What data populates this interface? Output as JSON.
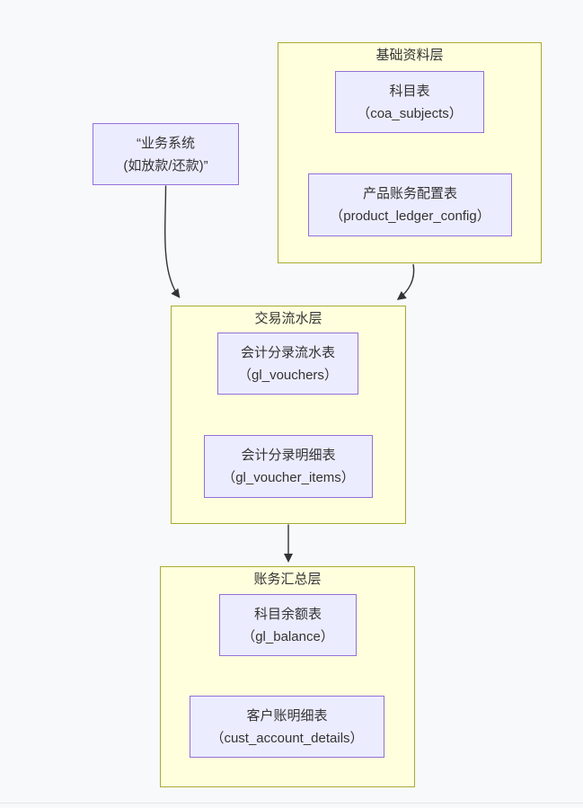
{
  "page": {
    "background": "#f8f9fb",
    "footer_divider_color": "#e7e7ea"
  },
  "theme": {
    "node_fill": "#ECECFF",
    "node_border": "#9370DB",
    "cluster_fill": "#ffffde",
    "cluster_border": "#aaaa33",
    "edge_color": "#333333",
    "text_color": "#333333"
  },
  "diagram": {
    "type": "flowchart",
    "standalone_node": {
      "line1": "“业务系统",
      "line2": "(如放款/还款)”"
    },
    "clusters": [
      {
        "title": "基础资料层",
        "nodes": [
          {
            "line1": "科目表",
            "line2": "（coa_subjects）"
          },
          {
            "line1": "产品账务配置表",
            "line2": "（product_ledger_config）"
          }
        ]
      },
      {
        "title": "交易流水层",
        "nodes": [
          {
            "line1": "会计分录流水表",
            "line2": "（gl_vouchers）"
          },
          {
            "line1": "会计分录明细表",
            "line2": "（gl_voucher_items）"
          }
        ]
      },
      {
        "title": "账务汇总层",
        "nodes": [
          {
            "line1": "科目余额表",
            "line2": "（gl_balance）"
          },
          {
            "line1": "客户账明细表",
            "line2": "（cust_account_details）"
          }
        ]
      }
    ],
    "edges": [
      {
        "from": "业务系统",
        "to": "交易流水层"
      },
      {
        "from": "基础资料层",
        "to": "交易流水层"
      },
      {
        "from": "交易流水层",
        "to": "账务汇总层"
      }
    ]
  }
}
